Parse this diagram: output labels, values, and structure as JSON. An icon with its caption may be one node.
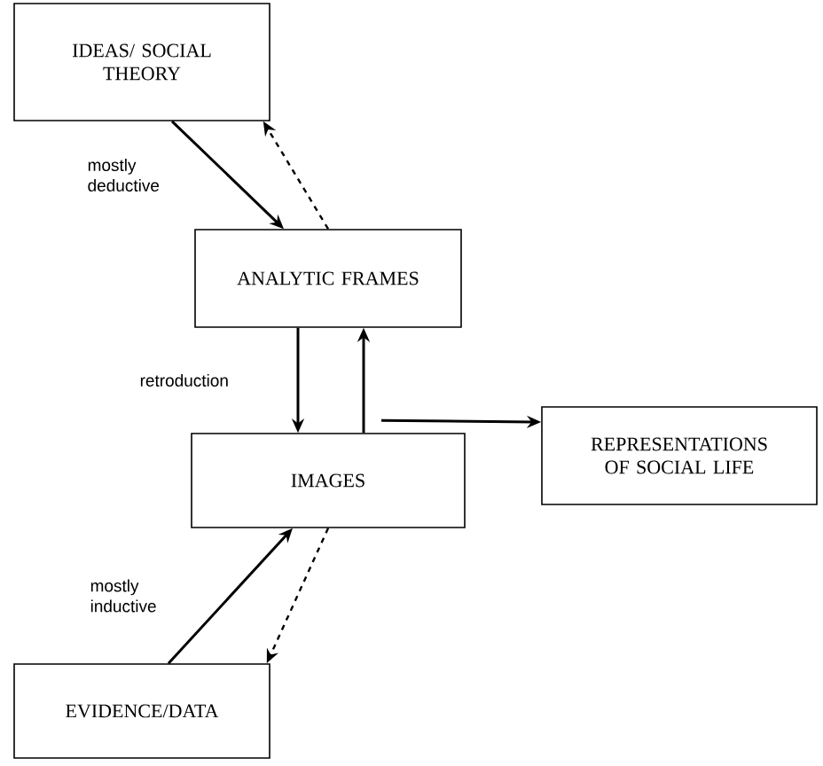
{
  "diagram": {
    "nodes": [
      {
        "text": [
          "IDEAS/ SOCIAL THEORY"
        ]
      },
      {
        "text": [
          "ANALYTIC FRAMES"
        ]
      },
      {
        "text": [
          "IMAGES"
        ]
      },
      {
        "text": [
          "EVIDENCE/DATA"
        ]
      },
      {
        "text": [
          "REPRESENTATIONS OF SOCIAL LIFE"
        ]
      }
    ],
    "edges": [
      {
        "from": 0,
        "to": 1,
        "arrow": "to",
        "label": "mostly deductive"
      },
      {
        "from": 1,
        "to": 0,
        "arrow": "to",
        "style": "dashed"
      },
      {
        "from": 1,
        "to": 2,
        "arrow": "to",
        "label": "retroduction"
      },
      {
        "from": 2,
        "to": 1,
        "arrow": "to"
      },
      {
        "from": 2,
        "to": 4,
        "arrow": "to"
      },
      {
        "from": 3,
        "to": 2,
        "arrow": "to",
        "label": "mostly inductive"
      },
      {
        "from": 2,
        "to": 3,
        "arrow": "to",
        "style": "dashed"
      }
    ]
  }
}
